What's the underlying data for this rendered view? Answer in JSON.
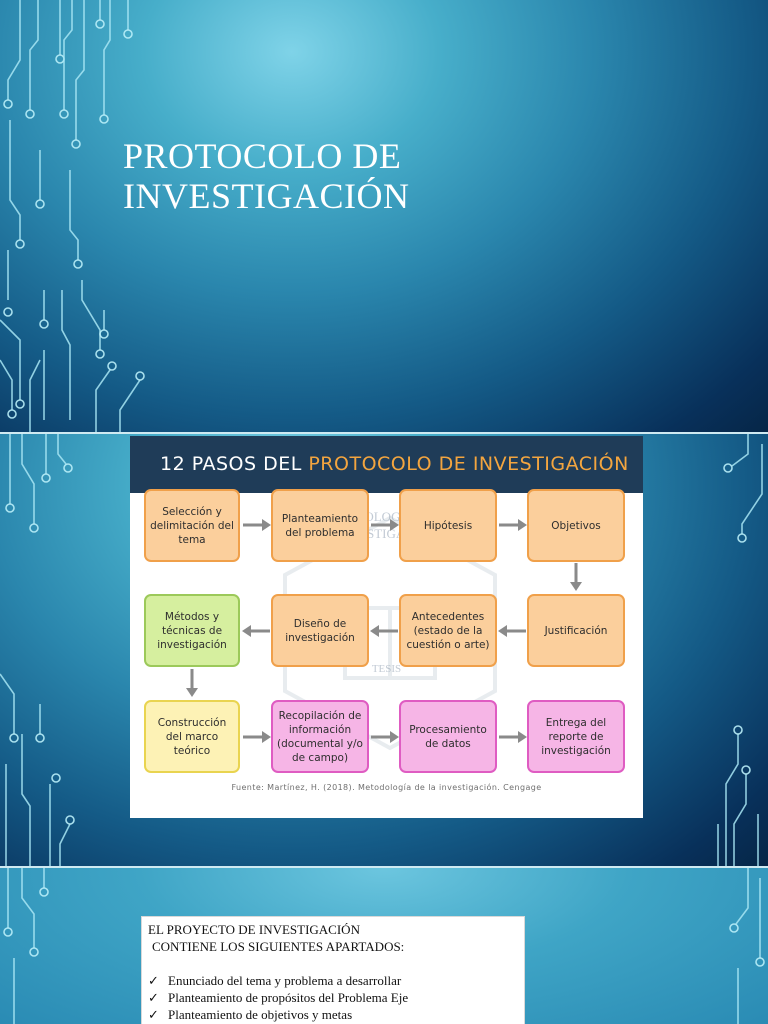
{
  "slide1": {
    "title_line1": "PROTOCOLO DE",
    "title_line2": "INVESTIGACIÓN"
  },
  "slide2": {
    "header_part1": "12 PASOS DEL ",
    "header_part2": "PROTOCOLO DE INVESTIGACIÓN",
    "watermark_line1": "METODOLOGÍA DE LA",
    "watermark_line2": "INVESTIGACIÓN",
    "watermark_line3": "TESIS",
    "steps": [
      "Selección y delimitación del tema",
      "Planteamiento del problema",
      "Hipótesis",
      "Objetivos",
      "Justificación",
      "Antecedentes (estado de la cuestión o arte)",
      "Diseño de investigación",
      "Métodos y técnicas de investigación",
      "Construcción del marco teórico",
      "Recopilación de información (documental y/o de campo)",
      "Procesamiento de datos",
      "Entrega del reporte de investigación"
    ],
    "source": "Fuente: Martínez, H. (2018). Metodología de la investigación. Cengage"
  },
  "slide3": {
    "heading": "EL PROYECTO DE INVESTIGACIÓN",
    "subheading": "CONTIENE LOS SIGUIENTES APARTADOS:",
    "check_symbol": "✓",
    "items": [
      "Enunciado del tema y problema a desarrollar",
      "Planteamiento de propósitos del Problema Eje",
      "Planteamiento de objetivos y metas"
    ]
  },
  "colors": {
    "header_bg": "#1f3c58",
    "header_accent": "#f3a53f",
    "orange_box": "#fbcf9c",
    "green_box": "#d6ef9f",
    "yellow_box": "#fdf2b5",
    "pink_box": "#f6b5e6"
  }
}
